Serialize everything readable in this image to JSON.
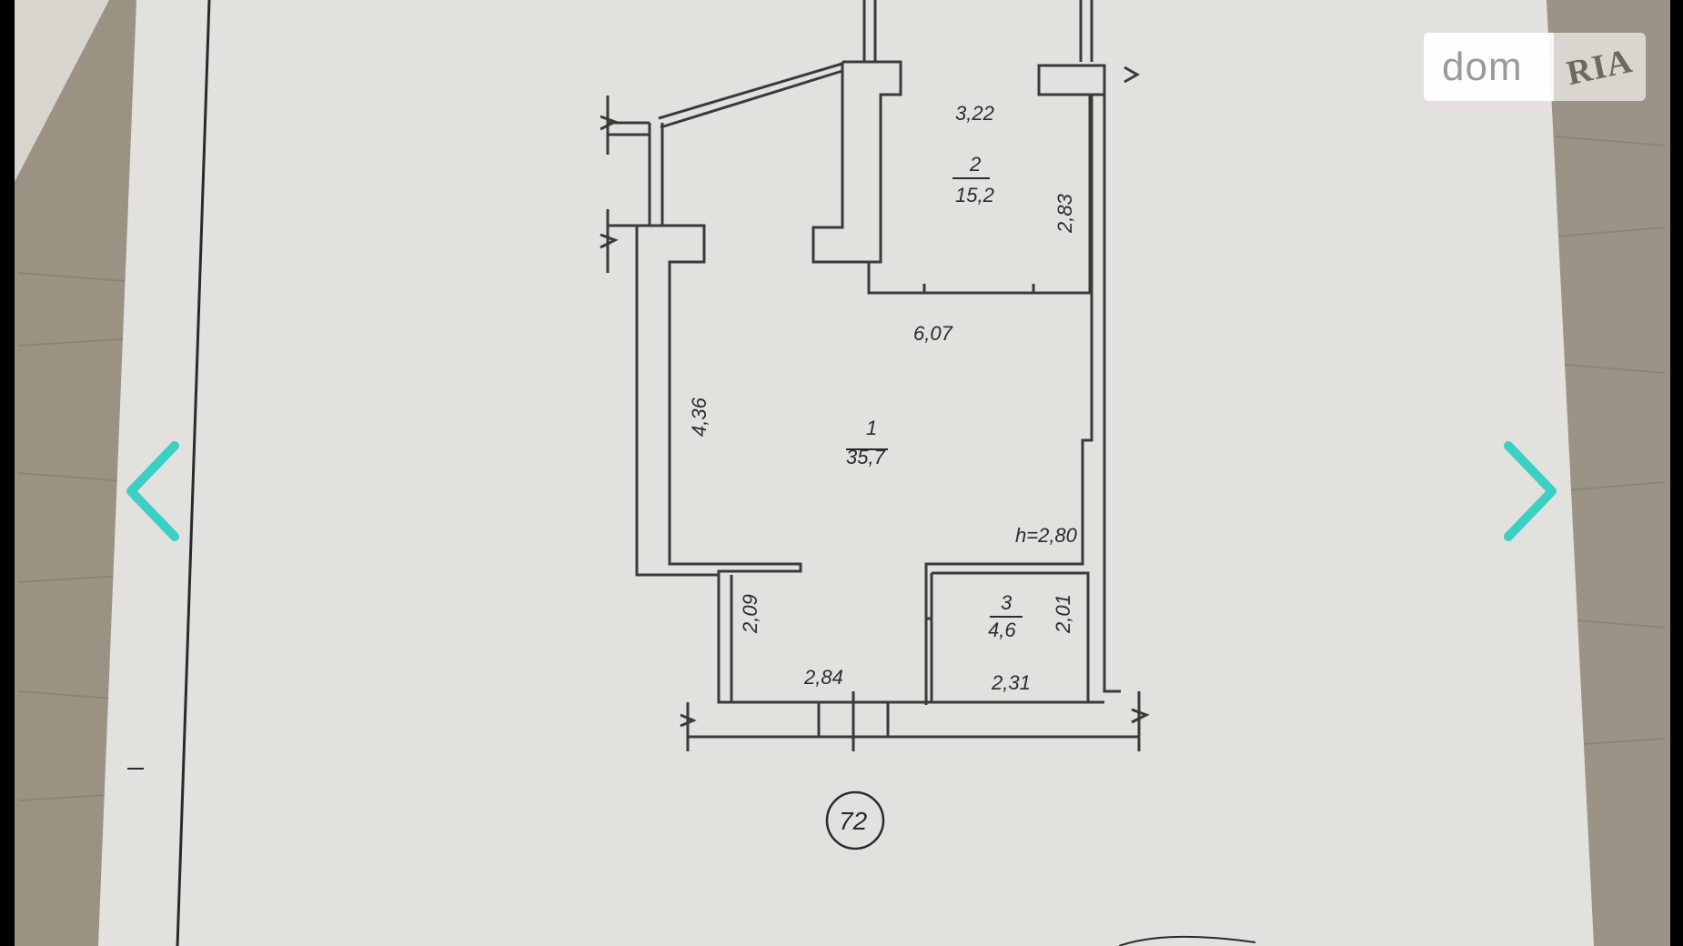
{
  "viewer": {
    "nav": {
      "prev_icon": "chevron-left-icon",
      "next_icon": "chevron-right-icon",
      "accent_color": "#3ccfc4"
    },
    "logo": {
      "left_text": "dom",
      "right_text": "RIA"
    }
  },
  "floor_plan": {
    "apartment_number": "72",
    "ceiling_height": "h=2,80",
    "rooms": [
      {
        "number": "1",
        "area": "35,7"
      },
      {
        "number": "2",
        "area": "15,2"
      },
      {
        "number": "3",
        "area": "4,6"
      }
    ],
    "dimensions": [
      "3,22",
      "2,83",
      "6,07",
      "4,36",
      "2,09",
      "2,84",
      "2,31",
      "2,01"
    ]
  }
}
